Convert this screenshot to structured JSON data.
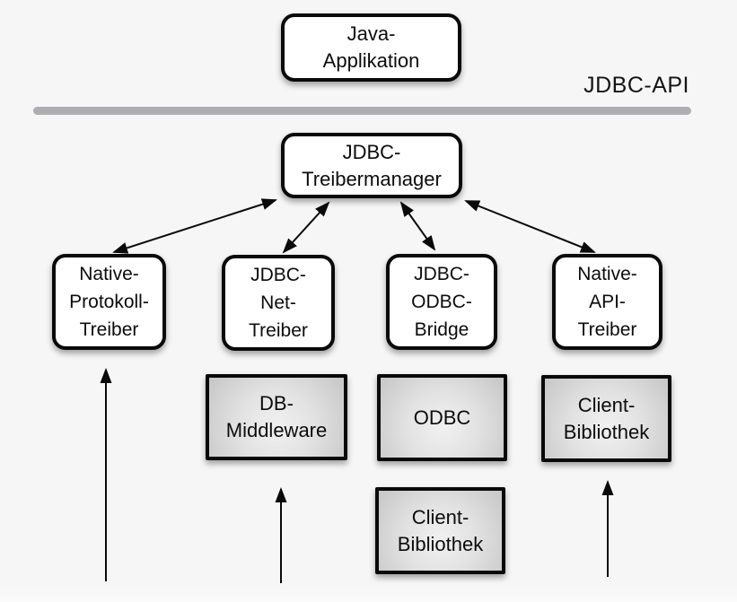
{
  "diagram": {
    "title_label": "JDBC-API",
    "nodes": {
      "java_app": {
        "lines": [
          "Java-",
          "Applikation"
        ]
      },
      "treibermanager": {
        "lines": [
          "JDBC-",
          "Treibermanager"
        ]
      },
      "native_protokoll": {
        "lines": [
          "Native-",
          "Protokoll-",
          "Treiber"
        ]
      },
      "jdbc_net": {
        "lines": [
          "JDBC-",
          "Net-",
          "Treiber"
        ]
      },
      "jdbc_odbc": {
        "lines": [
          "JDBC-",
          "ODBC-",
          "Bridge"
        ]
      },
      "native_api": {
        "lines": [
          "Native-",
          "API-",
          "Treiber"
        ]
      },
      "db_middleware": {
        "lines": [
          "DB-",
          "Middleware"
        ]
      },
      "odbc": {
        "lines": [
          "ODBC"
        ]
      },
      "client_bib_right": {
        "lines": [
          "Client-",
          "Bibliothek"
        ]
      },
      "client_bib_lower": {
        "lines": [
          "Client-",
          "Bibliothek"
        ]
      }
    },
    "colors": {
      "background": "#f6f6f6",
      "box_fill": "#ffffff",
      "box_border": "#0a0a0a",
      "gray_box_light": "#f1f1f1",
      "gray_box_dark": "#c6c6c6",
      "divider": "#aeaeb1",
      "text": "#0c0c0c"
    }
  }
}
